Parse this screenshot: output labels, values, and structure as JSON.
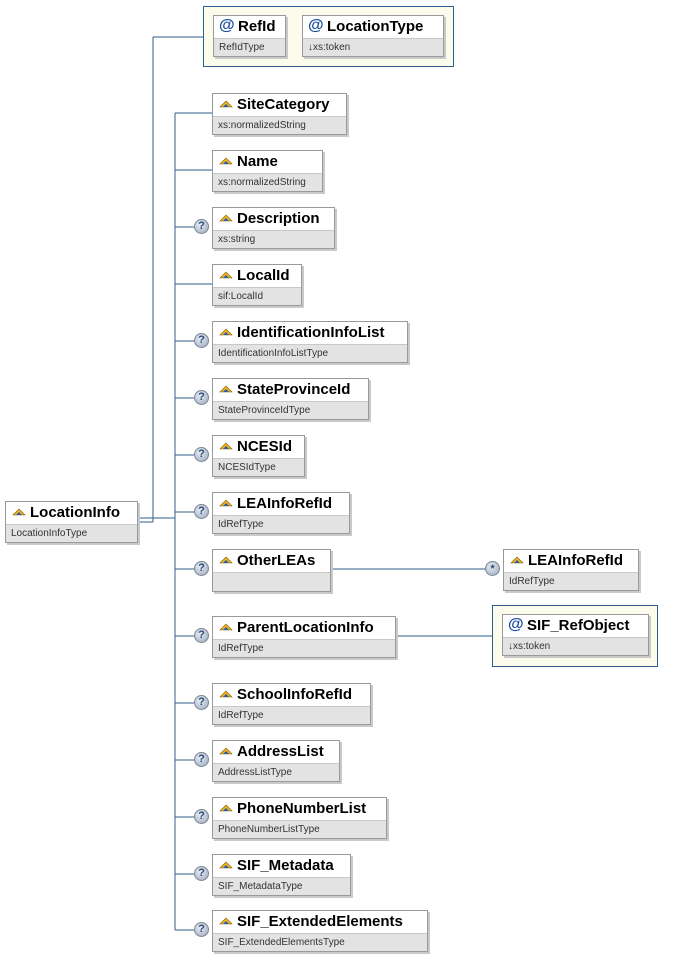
{
  "root": {
    "name": "LocationInfo",
    "type": "LocationInfoType"
  },
  "attributes": [
    {
      "name": "RefId",
      "type": "RefIdType"
    },
    {
      "name": "LocationType",
      "type": "↓xs:token"
    }
  ],
  "elements": [
    {
      "name": "SiteCategory",
      "type": "xs:normalizedString",
      "optional": false
    },
    {
      "name": "Name",
      "type": "xs:normalizedString",
      "optional": false
    },
    {
      "name": "Description",
      "type": "xs:string",
      "optional": true
    },
    {
      "name": "LocalId",
      "type": "sif:LocalId",
      "optional": false
    },
    {
      "name": "IdentificationInfoList",
      "type": "IdentificationInfoListType",
      "optional": true
    },
    {
      "name": "StateProvinceId",
      "type": "StateProvinceIdType",
      "optional": true
    },
    {
      "name": "NCESId",
      "type": "NCESIdType",
      "optional": true
    },
    {
      "name": "LEAInfoRefId",
      "type": "IdRefType",
      "optional": true
    },
    {
      "name": "OtherLEAs",
      "type": "",
      "optional": true
    },
    {
      "name": "ParentLocationInfo",
      "type": "IdRefType",
      "optional": true
    },
    {
      "name": "SchoolInfoRefId",
      "type": "IdRefType",
      "optional": true
    },
    {
      "name": "AddressList",
      "type": "AddressListType",
      "optional": true
    },
    {
      "name": "PhoneNumberList",
      "type": "PhoneNumberListType",
      "optional": true
    },
    {
      "name": "SIF_Metadata",
      "type": "SIF_MetadataType",
      "optional": true
    },
    {
      "name": "SIF_ExtendedElements",
      "type": "SIF_ExtendedElementsType",
      "optional": true
    }
  ],
  "children": {
    "otherleas_child": {
      "name": "LEAInfoRefId",
      "type": "IdRefType",
      "multiplicity": "*"
    },
    "parent_attr": {
      "name": "SIF_RefObject",
      "type": "↓xs:token"
    }
  },
  "icons": {
    "element": "element-icon",
    "attribute": "at-icon",
    "optional": "question-mark-icon"
  },
  "colors": {
    "connector": "#2f5f8a",
    "type_bg": "#e3e3e3",
    "attr_group_bg": "#fcfcec"
  }
}
